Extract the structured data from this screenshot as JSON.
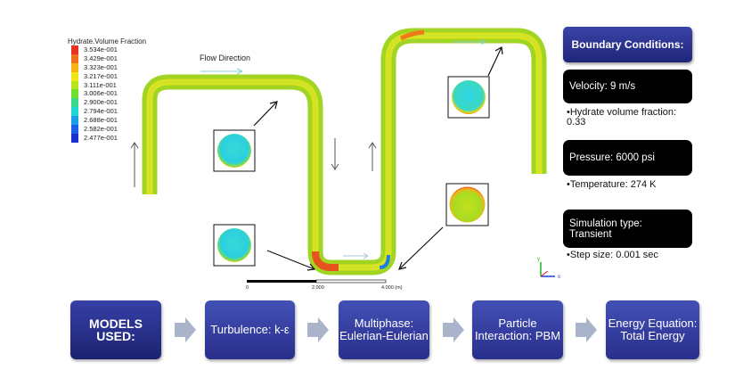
{
  "legend": {
    "title": "Hydrate.Volume Fraction",
    "entries": [
      {
        "value": "3.534e-001",
        "color": "#e8321f"
      },
      {
        "value": "3.429e-001",
        "color": "#f06f1a"
      },
      {
        "value": "3.323e-001",
        "color": "#f5b316"
      },
      {
        "value": "3.217e-001",
        "color": "#eee616"
      },
      {
        "value": "3.111e-001",
        "color": "#b5e51b"
      },
      {
        "value": "3.006e-001",
        "color": "#6ee02c"
      },
      {
        "value": "2.900e-001",
        "color": "#39d88a"
      },
      {
        "value": "2.794e-001",
        "color": "#1fd7cf"
      },
      {
        "value": "2.688e-001",
        "color": "#1b9fe8"
      },
      {
        "value": "2.582e-001",
        "color": "#1a5fe6"
      },
      {
        "value": "2.477e-001",
        "color": "#1a2fd0"
      }
    ]
  },
  "flow_direction": "Flow Direction",
  "scale": {
    "ticks": [
      "0",
      "2.000",
      "4.000  (m)"
    ]
  },
  "boundary": {
    "title": "Boundary Conditions:",
    "velocity": "Velocity: 9 m/s",
    "hydrate_note": "•Hydrate volume fraction: 0.33",
    "pressure": "Pressure: 6000 psi",
    "temperature_note": "•Temperature: 274 K",
    "sim_type": "Simulation type: Transient",
    "step_note": "•Step size: 0.001 sec"
  },
  "models": {
    "title": "MODELS USED:",
    "items": [
      "Turbulence: k-ε",
      "Multiphase: Eulerian-Eulerian",
      "Particle Interaction: PBM",
      "Energy Equation: Total Energy"
    ]
  },
  "colors": {
    "box_blue": "#2a2f8c",
    "arrow_grey": "#a9b3c9"
  }
}
